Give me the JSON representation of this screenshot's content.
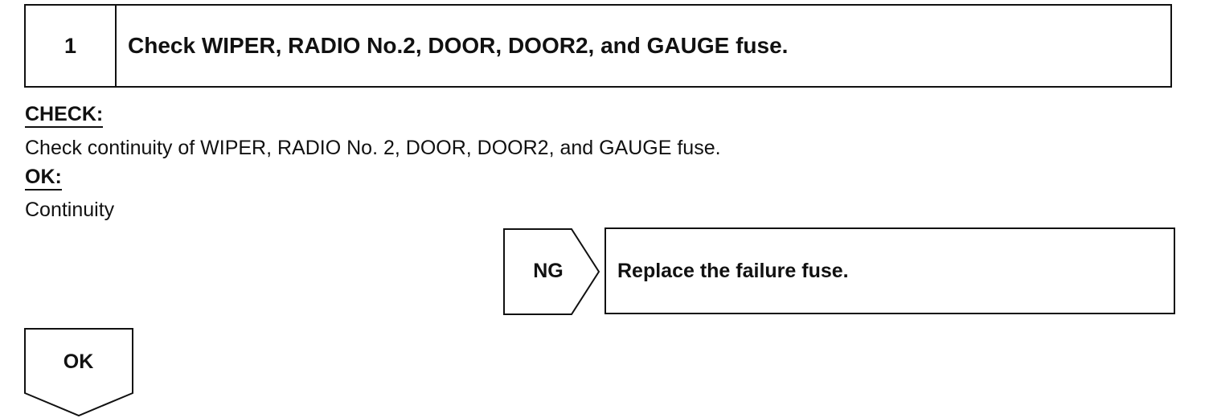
{
  "step": {
    "number": "1",
    "title": "Check WIPER, RADIO No.2, DOOR, DOOR2, and GAUGE fuse."
  },
  "check": {
    "label": "CHECK:",
    "text": "Check continuity of WIPER, RADIO No. 2, DOOR, DOOR2, and GAUGE fuse."
  },
  "ok": {
    "label": "OK:",
    "text": "Continuity"
  },
  "ng_branch": {
    "label": "NG",
    "action": "Replace the failure fuse."
  },
  "ok_branch": {
    "label": "OK"
  }
}
